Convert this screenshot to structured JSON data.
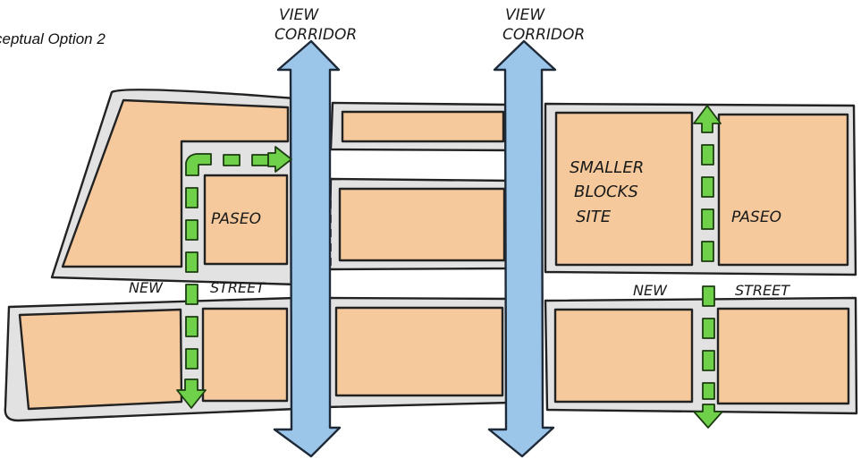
{
  "caption": "ceptual Option 2",
  "labels": {
    "view_corridor_left_line1": "VIEW",
    "view_corridor_left_line2": "CORRIDOR",
    "view_corridor_right_line1": "VIEW",
    "view_corridor_right_line2": "CORRIDOR",
    "paseo_left": "PASEO",
    "paseo_right": "PASEO",
    "smaller_blocks_line1": "SMALLER",
    "smaller_blocks_line2": "BLOCKS",
    "smaller_blocks_line3": "SITE",
    "new_street_left_1": "NEW",
    "new_street_left_2": "STREET",
    "new_street_right_1": "NEW",
    "new_street_right_2": "STREET"
  },
  "colors": {
    "block_fill": "#f5c99b",
    "sidewalk_fill": "#e2e2e2",
    "corridor_fill": "#9cc5ea",
    "paseo_fill": "#6fd14a",
    "outline": "#222222"
  },
  "icons": {
    "corridor_arrows": "double-headed-vertical-arrow",
    "paseo_arrows": "dashed-green-arrow"
  }
}
